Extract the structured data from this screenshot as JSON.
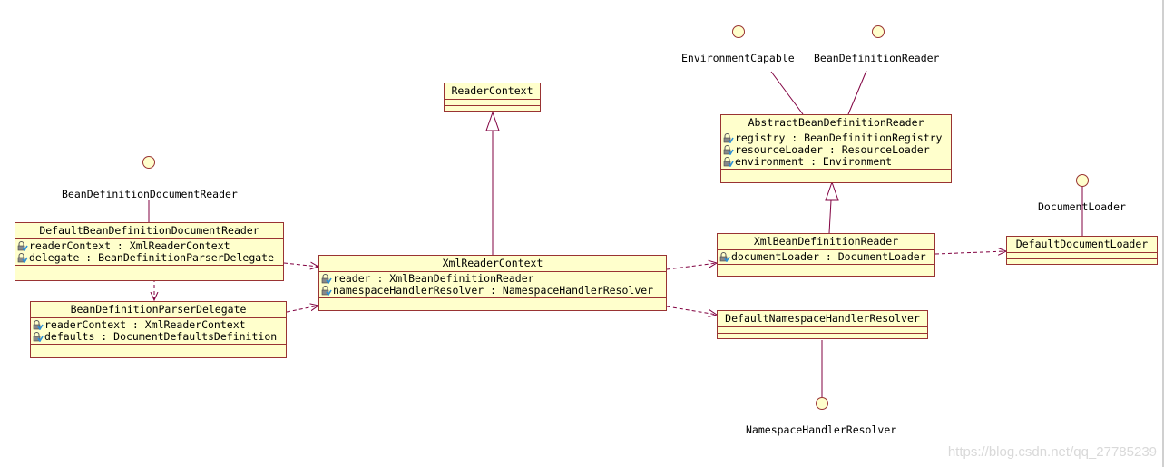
{
  "interfaces": {
    "environment_capable": "EnvironmentCapable",
    "bean_definition_reader": "BeanDefinitionReader",
    "bean_definition_document_reader": "BeanDefinitionDocumentReader",
    "document_loader": "DocumentLoader",
    "namespace_handler_resolver": "NamespaceHandlerResolver"
  },
  "classes": {
    "reader_context": {
      "name": "ReaderContext"
    },
    "abstract_bean_definition_reader": {
      "name": "AbstractBeanDefinitionReader",
      "attributes": [
        "registry : BeanDefinitionRegistry",
        "resourceLoader : ResourceLoader",
        "environment : Environment"
      ]
    },
    "default_bean_definition_document_reader": {
      "name": "DefaultBeanDefinitionDocumentReader",
      "attributes": [
        "readerContext : XmlReaderContext",
        "delegate : BeanDefinitionParserDelegate"
      ]
    },
    "xml_reader_context": {
      "name": "XmlReaderContext",
      "attributes": [
        "reader : XmlBeanDefinitionReader",
        "namespaceHandlerResolver : NamespaceHandlerResolver"
      ]
    },
    "xml_bean_definition_reader": {
      "name": "XmlBeanDefinitionReader",
      "attributes": [
        "documentLoader : DocumentLoader"
      ]
    },
    "default_document_loader": {
      "name": "DefaultDocumentLoader"
    },
    "bean_definition_parser_delegate": {
      "name": "BeanDefinitionParserDelegate",
      "attributes": [
        "readerContext : XmlReaderContext",
        "defaults : DocumentDefaultsDefinition"
      ]
    },
    "default_namespace_handler_resolver": {
      "name": "DefaultNamespaceHandlerResolver"
    }
  },
  "watermark": "https://blog.csdn.net/qq_27785239",
  "colors": {
    "box_fill": "#ffffcc",
    "border": "#993333",
    "line": "#800040"
  },
  "icons": {
    "attribute": "attribute-lock-icon"
  }
}
